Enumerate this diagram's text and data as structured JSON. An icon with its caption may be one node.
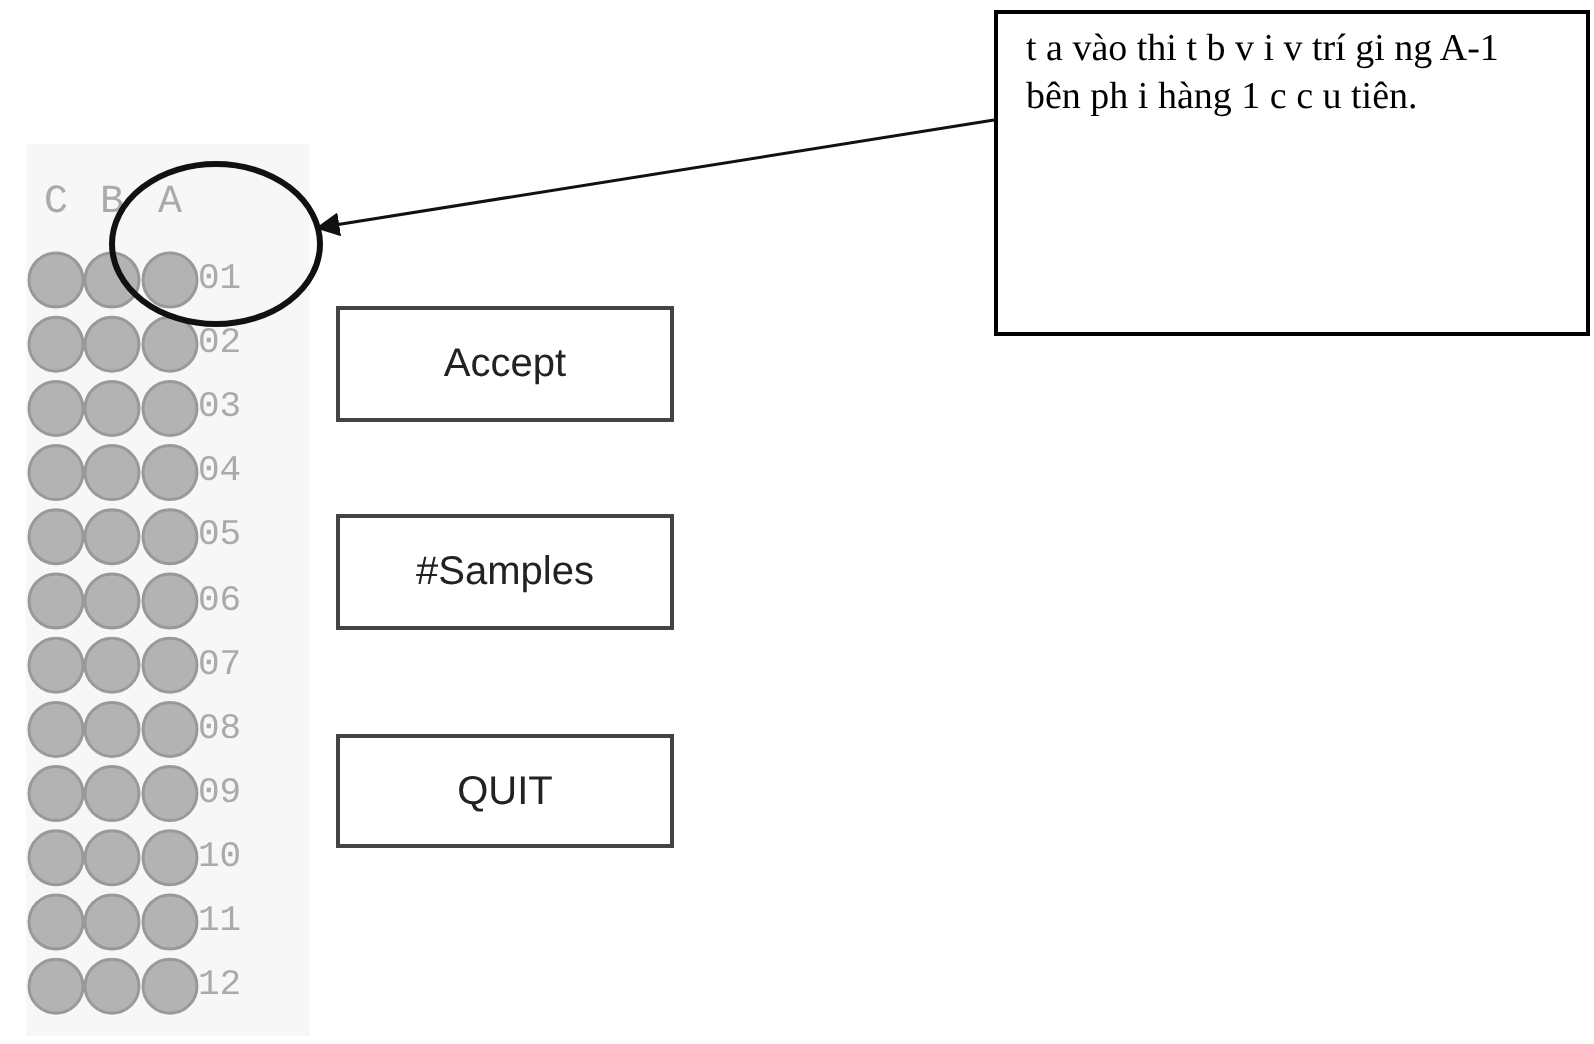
{
  "diagram": {
    "nodes": [
      {
        "text": [
          "t a vào thi t b v i v trí gi ng A-1 bên ph i hàng 1 c c u tiên."
        ]
      },
      {
        "text": [],
        "shape": "circle"
      },
      {
        "text": [
          "Accept"
        ]
      },
      {
        "text": [
          "#Samples"
        ]
      },
      {
        "text": [
          "QUIT"
        ]
      }
    ],
    "edges": [
      {
        "from": 0,
        "to": 1,
        "arrow": "to"
      }
    ],
    "labels": [
      "C",
      "B",
      "A",
      "01",
      "02",
      "03",
      "04",
      "05",
      "06",
      "07",
      "08",
      "09",
      "10",
      "11",
      "12"
    ]
  }
}
